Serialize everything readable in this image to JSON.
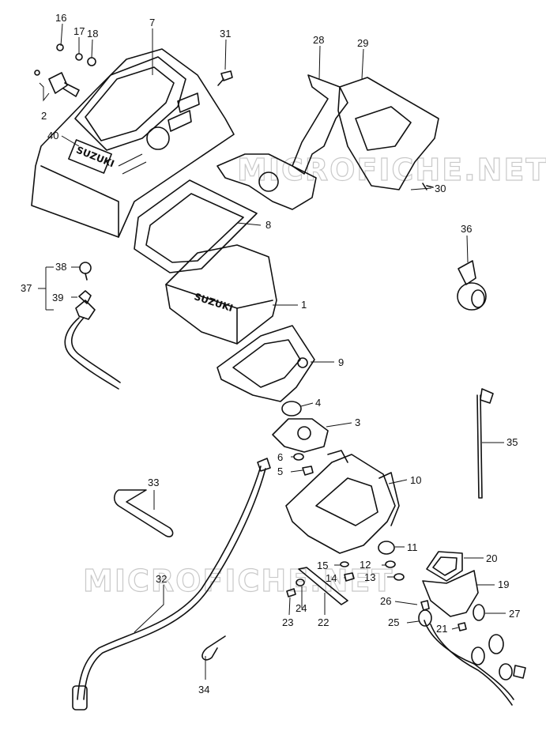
{
  "watermarks": [
    "MICROFICHE.NET",
    "MICROFICHE.NET"
  ],
  "brand_text": [
    "SUZUKI",
    "SUZUKI"
  ],
  "callouts": [
    {
      "id": "c1",
      "label": "1"
    },
    {
      "id": "c2",
      "label": "2"
    },
    {
      "id": "c3",
      "label": "3"
    },
    {
      "id": "c4",
      "label": "4"
    },
    {
      "id": "c5",
      "label": "5"
    },
    {
      "id": "c6",
      "label": "6"
    },
    {
      "id": "c7",
      "label": "7"
    },
    {
      "id": "c8",
      "label": "8"
    },
    {
      "id": "c9",
      "label": "9"
    },
    {
      "id": "c10",
      "label": "10"
    },
    {
      "id": "c11",
      "label": "11"
    },
    {
      "id": "c12",
      "label": "12"
    },
    {
      "id": "c13",
      "label": "13"
    },
    {
      "id": "c14",
      "label": "14"
    },
    {
      "id": "c15",
      "label": "15"
    },
    {
      "id": "c16",
      "label": "16"
    },
    {
      "id": "c17",
      "label": "17"
    },
    {
      "id": "c18",
      "label": "18"
    },
    {
      "id": "c19",
      "label": "19"
    },
    {
      "id": "c20",
      "label": "20"
    },
    {
      "id": "c21",
      "label": "21"
    },
    {
      "id": "c22",
      "label": "22"
    },
    {
      "id": "c23",
      "label": "23"
    },
    {
      "id": "c24",
      "label": "24"
    },
    {
      "id": "c25",
      "label": "25"
    },
    {
      "id": "c26",
      "label": "26"
    },
    {
      "id": "c27",
      "label": "27"
    },
    {
      "id": "c28",
      "label": "28"
    },
    {
      "id": "c29",
      "label": "29"
    },
    {
      "id": "c30",
      "label": "30"
    },
    {
      "id": "c31",
      "label": "31"
    },
    {
      "id": "c32",
      "label": "32"
    },
    {
      "id": "c33",
      "label": "33"
    },
    {
      "id": "c34",
      "label": "34"
    },
    {
      "id": "c35",
      "label": "35"
    },
    {
      "id": "c36",
      "label": "36"
    },
    {
      "id": "c37",
      "label": "37"
    },
    {
      "id": "c38",
      "label": "38"
    },
    {
      "id": "c39",
      "label": "39"
    },
    {
      "id": "c40",
      "label": "40"
    }
  ]
}
